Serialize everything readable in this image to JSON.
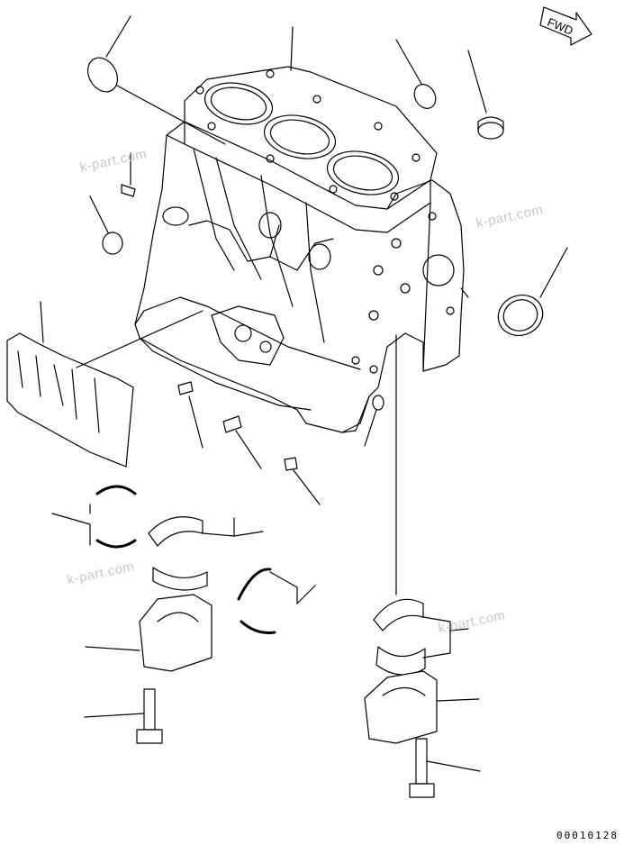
{
  "direction_label": "FWD",
  "watermark": "k-part.com",
  "drawing_number": "00010128",
  "arrow_icon": "fwd-arrow-icon"
}
